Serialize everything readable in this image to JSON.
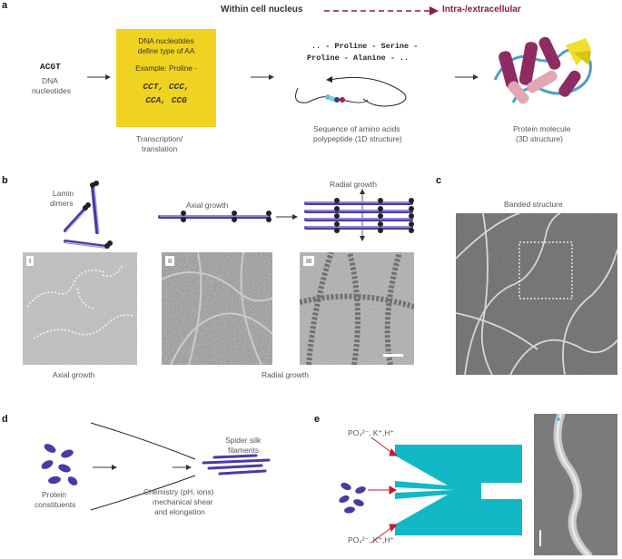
{
  "panels": {
    "a": "a",
    "b": "b",
    "c": "c",
    "d": "d",
    "e": "e"
  },
  "panel_a": {
    "header_left": "Within cell nucleus",
    "header_right": "Intra-/extracellular",
    "acgt": "ACGT",
    "dna_label_1": "DNA",
    "dna_label_2": "nucleotides",
    "box_line1": "DNA nucleotides",
    "box_line2": "define type of AA",
    "box_line3": "Example: Proline -",
    "codons_1": "CCT, CCC,",
    "codons_2": "CCA, CCG",
    "box_caption_1": "Transcription/",
    "box_caption_2": "translation",
    "aa_line1": ".. - Proline - Serine -",
    "aa_line2": "Proline - Alanine - ..",
    "seq_caption_1": "Sequence of amino acids",
    "seq_caption_2": "polypeptide (1D structure)",
    "protein_caption_1": "Protein molecule",
    "protein_caption_2": "(3D structure)"
  },
  "panel_b": {
    "lamin_1": "Lamin",
    "lamin_2": "dimers",
    "axial_growth_top": "Axial growth",
    "radial_growth_top": "Radial growth",
    "micro_I": "I",
    "micro_II": "II",
    "micro_III": "III",
    "axial_growth_bottom": "Axial growth",
    "radial_growth_bottom": "Radial growth"
  },
  "panel_c": {
    "title": "Banded structure"
  },
  "panel_d": {
    "protein_1": "Protein",
    "protein_2": "constituents",
    "silk_1": "Spider silk",
    "silk_2": "filaments",
    "cond_1": "Chemistry (pH, ions)",
    "cond_2": "mechanical shear",
    "cond_3": "and elongation"
  },
  "panel_e": {
    "ion_top": "PO₄²⁻, K⁺,H⁺",
    "ion_bottom": "PO₄²⁻, K⁺,H⁺"
  },
  "colors": {
    "accent_purple": "#4b3aa5",
    "dark_red": "#8b1c3a",
    "yellow_box": "#f0d321",
    "channel_teal": "#11b9c6"
  }
}
